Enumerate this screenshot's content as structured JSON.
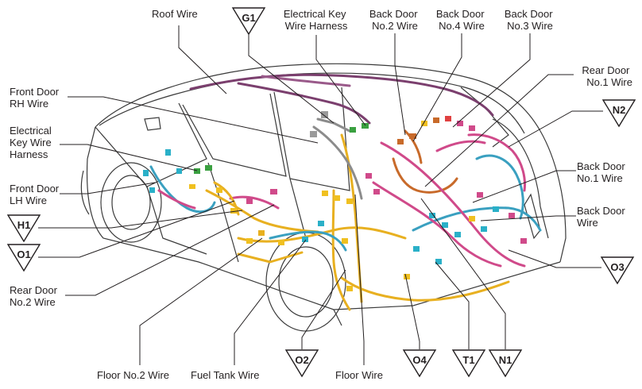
{
  "labels": {
    "roof_wire": "Roof Wire",
    "electrical_key_wire_harness_top": [
      "Electrical Key",
      "Wire Harness"
    ],
    "back_door_no2_wire": [
      "Back Door",
      "No.2 Wire"
    ],
    "back_door_no4_wire": [
      "Back Door",
      "No.4 Wire"
    ],
    "back_door_no3_wire": [
      "Back Door",
      "No.3 Wire"
    ],
    "rear_door_no1_wire": [
      "Rear Door",
      "No.1 Wire"
    ],
    "front_door_rh_wire": [
      "Front Door",
      "RH Wire"
    ],
    "electrical_key_wire_harness_left": [
      "Electrical",
      "Key Wire",
      "Harness"
    ],
    "front_door_lh_wire": [
      "Front Door",
      "LH Wire"
    ],
    "back_door_no1_wire": [
      "Back Door",
      "No.1 Wire"
    ],
    "back_door_wire": [
      "Back Door",
      "Wire"
    ],
    "rear_door_no2_wire": [
      "Rear Door",
      "No.2 Wire"
    ],
    "floor_no2_wire": "Floor No.2 Wire",
    "fuel_tank_wire": "Fuel Tank Wire",
    "floor_wire": "Floor Wire"
  },
  "markers": {
    "g1": "G1",
    "n2": "N2",
    "h1": "H1",
    "o1": "O1",
    "o3": "O3",
    "o2": "O2",
    "o4": "O4",
    "t1": "T1",
    "n1": "N1"
  },
  "colors": {
    "roof_wire": "#7b3f6e",
    "floor_wire": "#e8b020",
    "back_door_wire": "#3aa0c0",
    "back_door_no2": "#c86a2a",
    "rear_door": "#d04a8a",
    "connector_cyan": "#2ab0c8",
    "connector_green": "#3aa040",
    "connector_yellow": "#f0c020"
  }
}
